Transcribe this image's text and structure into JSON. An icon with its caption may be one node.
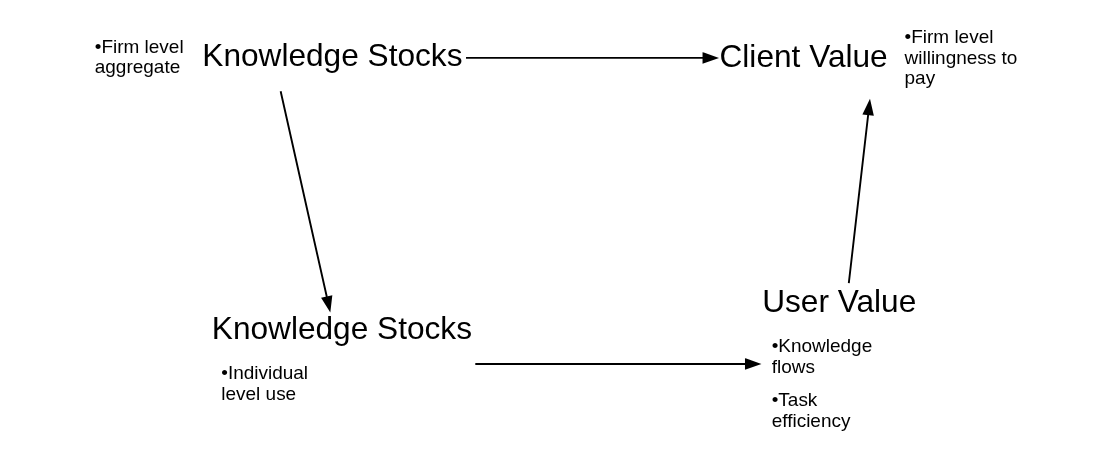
{
  "diagram": {
    "nodes": [
      {
        "text": [
          "Knowledge Stocks"
        ],
        "beside": [
          "•Firm level aggregate"
        ]
      },
      {
        "text": [
          "Client Value"
        ],
        "beside": [
          "•Firm level willingness to pay"
        ]
      },
      {
        "text": [
          "Knowledge Stocks"
        ],
        "beside": [
          "•Individual level use"
        ]
      },
      {
        "text": [
          "User Value"
        ],
        "beside": [
          "•Knowledge flows",
          "•Task efficiency"
        ]
      }
    ],
    "edges": [
      {
        "from": 0,
        "to": 1,
        "arrow": "to"
      },
      {
        "from": 0,
        "to": 2,
        "arrow": "to"
      },
      {
        "from": 2,
        "to": 3,
        "arrow": "to"
      },
      {
        "from": 3,
        "to": 1,
        "arrow": "to"
      }
    ]
  }
}
